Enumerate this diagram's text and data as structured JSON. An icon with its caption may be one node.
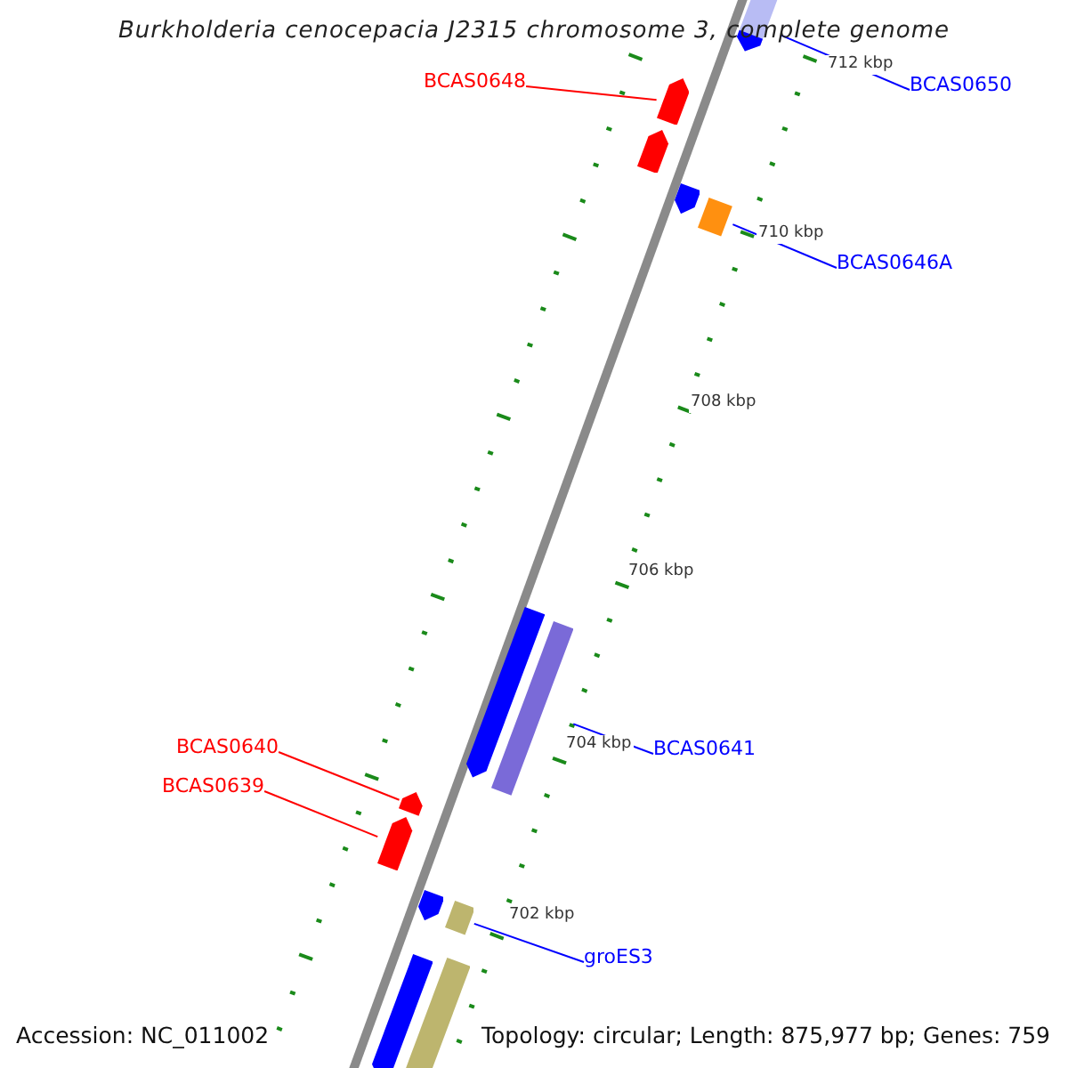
{
  "diagram": {
    "title": "Burkholderia cenocepacia J2315 chromosome 3, complete genome",
    "nodes": [
      {
        "text": [
          "BCAS0648"
        ]
      },
      {
        "text": [
          "BCAS0650"
        ]
      },
      {
        "text": [
          "BCAS0646A"
        ]
      },
      {
        "text": [
          "BCAS0641"
        ]
      },
      {
        "text": [
          "BCAS0640"
        ]
      },
      {
        "text": [
          "BCAS0639"
        ]
      },
      {
        "text": [
          "groES3"
        ]
      },
      {
        "text": [],
        "shape": "bar"
      },
      {
        "text": [],
        "shape": "bar"
      },
      {
        "text": [],
        "shape": "bar"
      },
      {
        "text": [],
        "shape": "bar"
      },
      {
        "text": [],
        "shape": "bar"
      },
      {
        "text": [],
        "shape": "bar"
      },
      {
        "text": [],
        "shape": "bar"
      },
      {
        "text": [],
        "shape": "bar"
      },
      {
        "text": [],
        "shape": "bar"
      },
      {
        "text": [],
        "shape": "bar"
      },
      {
        "text": [],
        "shape": "bar"
      },
      {
        "text": [],
        "shape": "bar"
      },
      {
        "text": [],
        "shape": "bar"
      }
    ],
    "edges": [
      {
        "from": 1,
        "to": 7,
        "arrow": "none"
      },
      {
        "from": 0,
        "to": 8,
        "arrow": "none",
        "color": "#ff0000"
      },
      {
        "from": 2,
        "to": 11,
        "arrow": "none"
      },
      {
        "from": 3,
        "to": 13,
        "arrow": "none"
      },
      {
        "from": 4,
        "to": 14,
        "arrow": "none",
        "color": "#ff0000"
      },
      {
        "from": 5,
        "to": 15,
        "arrow": "none",
        "color": "#ff0000"
      },
      {
        "from": 6,
        "to": 17,
        "arrow": "none"
      }
    ],
    "labels": [
      "712 kbp",
      "710 kbp",
      "708 kbp",
      "706 kbp",
      "704 kbp",
      "702 kbp",
      "Accession: NC_011002",
      "Topology: circular; Length: 875,977 bp; Genes: 759"
    ]
  }
}
